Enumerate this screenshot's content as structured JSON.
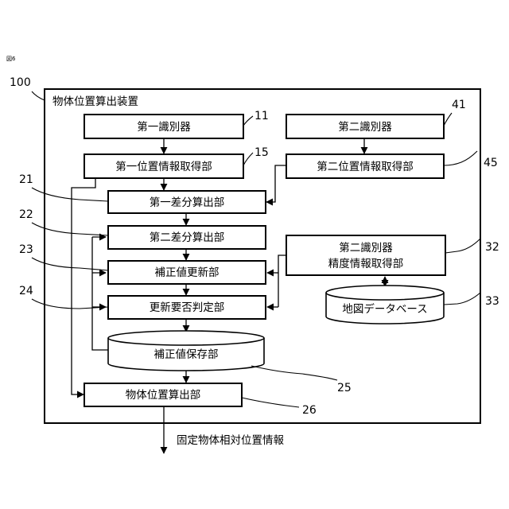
{
  "figure": {
    "figure_label": "図6",
    "device_ref": "100",
    "device_title": "物体位置算出装置",
    "output_label": "固定物体相対位置情報"
  },
  "blocks": {
    "first_identifier": {
      "label": "第一識別器",
      "ref": "11"
    },
    "first_position_info": {
      "label": "第一位置情報取得部",
      "ref": "15"
    },
    "second_identifier": {
      "label": "第二識別器",
      "ref": "41"
    },
    "second_position_info": {
      "label": "第二位置情報取得部",
      "ref": "45"
    },
    "first_diff": {
      "label": "第一差分算出部",
      "ref": "21"
    },
    "second_diff": {
      "label": "第二差分算出部",
      "ref": "22"
    },
    "correction_update": {
      "label": "補正値更新部",
      "ref": "23"
    },
    "update_judge": {
      "label": "更新要否判定部",
      "ref": "24"
    },
    "correction_store": {
      "label": "補正値保存部",
      "ref": "25"
    },
    "object_position": {
      "label": "物体位置算出部",
      "ref": "26"
    },
    "accuracy_info": {
      "label_line1": "第二識別器",
      "label_line2": "精度情報取得部",
      "ref": "32"
    },
    "map_db": {
      "label": "地図データベース",
      "ref": "33"
    }
  }
}
